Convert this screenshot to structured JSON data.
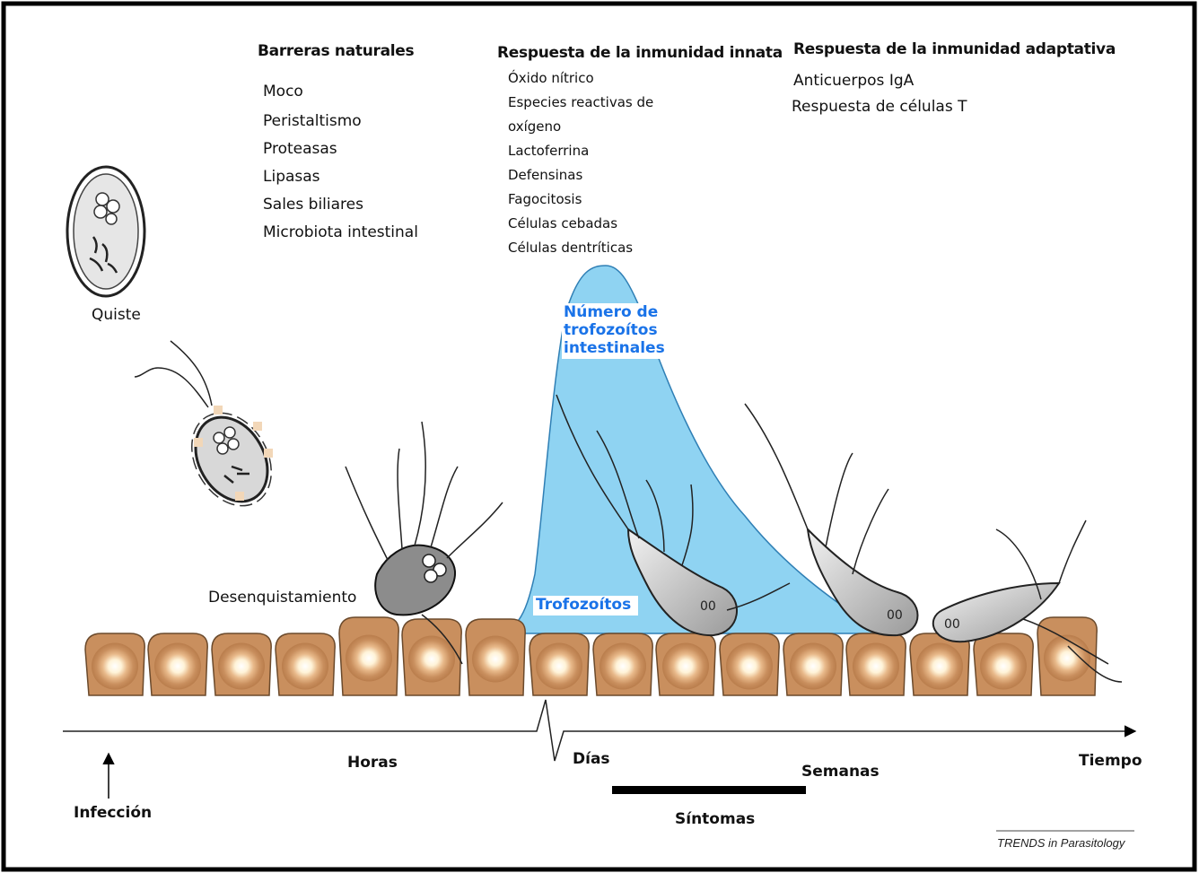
{
  "natural_barriers": {
    "title": "Barreras naturales",
    "items": [
      "Moco",
      "Peristaltismo",
      "Proteasas",
      "Lipasas",
      "Sales biliares",
      "Microbiota intestinal"
    ]
  },
  "innate_response": {
    "title": "Respuesta de la inmunidad innata",
    "items": [
      "Óxido nítrico",
      "Especies reactivas de",
      "oxígeno",
      "Lactoferrina",
      "Defensinas",
      "Fagocitosis",
      "Células cebadas",
      "Células dentríticas"
    ]
  },
  "adaptive_response": {
    "title": "Respuesta de la inmunidad adaptativa",
    "items": [
      "Anticuerpos IgA",
      "Respuesta de células T"
    ]
  },
  "labels": {
    "cyst": "Quiste",
    "excystation": "Desenquistamiento",
    "trophozoites": "Trofozoítos",
    "trophozoite_count_1": "Número de",
    "trophozoite_count_2": "trofozoítos",
    "trophozoite_count_3": "intestinales"
  },
  "timeline": {
    "hours": "Horas",
    "days": "Días",
    "weeks": "Semanas",
    "time": "Tiempo",
    "infection": "Infección",
    "symptoms": "Síntomas"
  },
  "credit": "TRENDS in Parasitology",
  "colors": {
    "curve_fill": "#8fd3f2",
    "blue_text": "#1a73e8",
    "cell_body": "#c98f5e",
    "cell_nucleus": "#fff6e0"
  }
}
